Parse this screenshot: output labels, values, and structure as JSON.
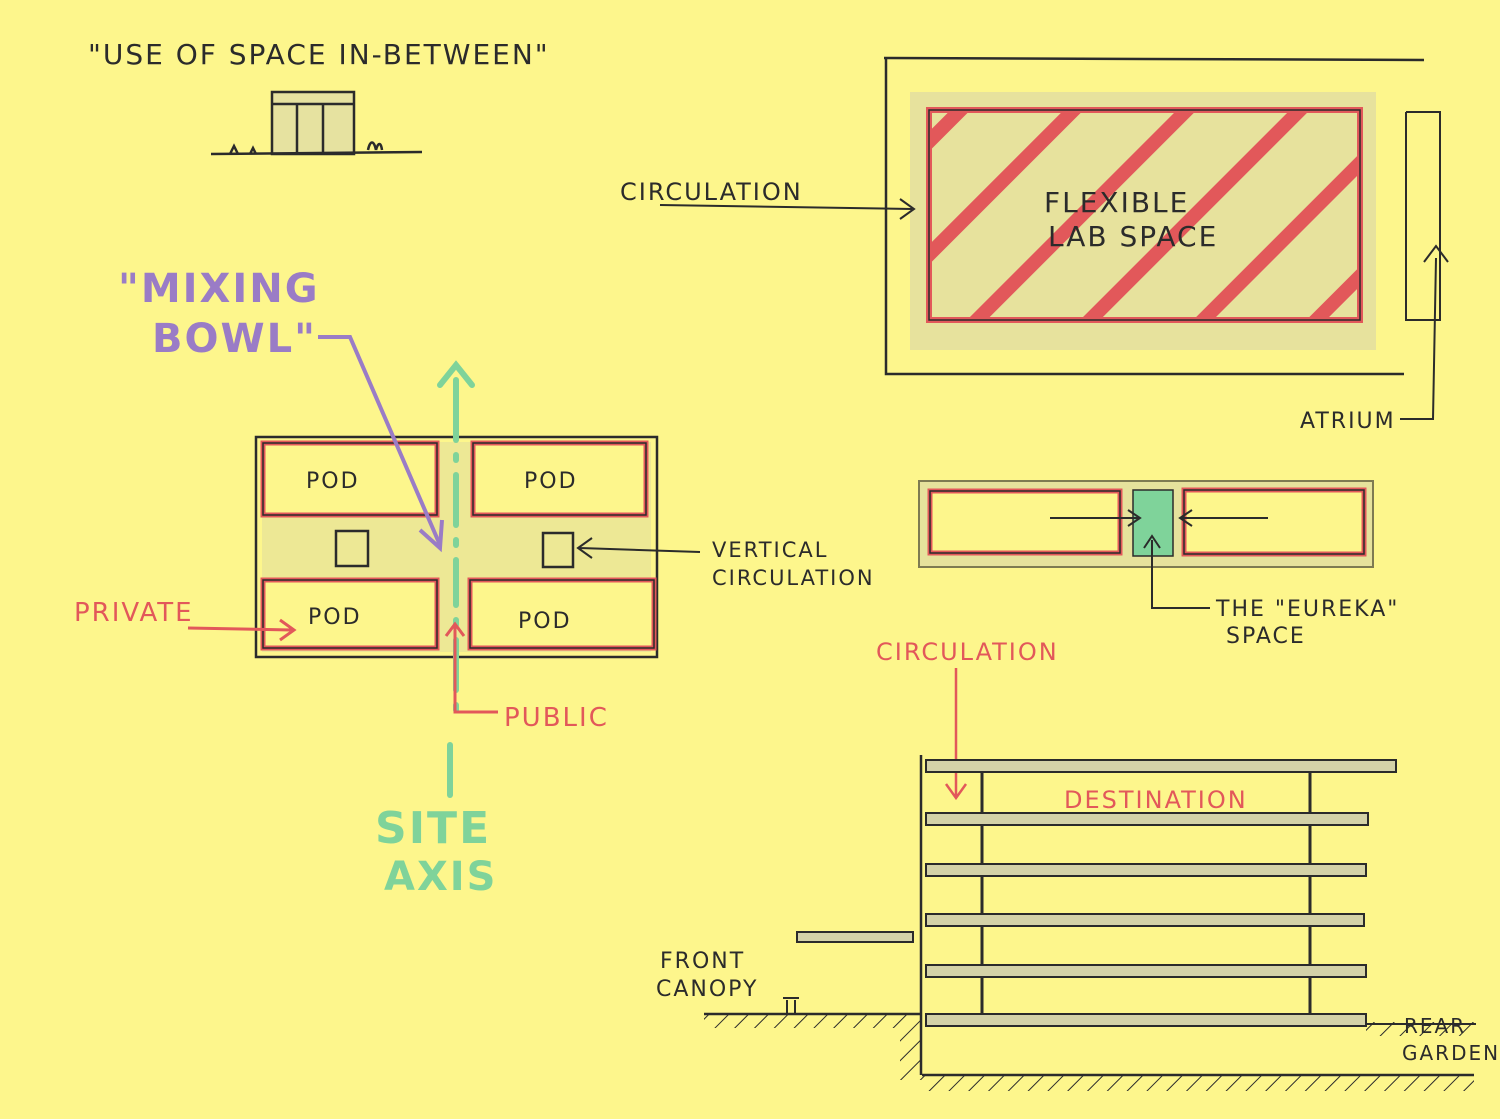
{
  "title": "\"USE OF SPACE IN-BETWEEN\"",
  "plan": {
    "mixing_bowl_line1": "\"MIXING",
    "mixing_bowl_line2": "BOWL\"",
    "pod_labels": [
      "POD",
      "POD",
      "POD",
      "POD"
    ],
    "vertical_circulation_line1": "VERTICAL",
    "vertical_circulation_line2": "CIRCULATION",
    "private_label": "PRIVATE",
    "public_label": "PUBLIC",
    "site_axis_line1": "SITE",
    "site_axis_line2": "AXIS"
  },
  "lab": {
    "circulation_label": "CIRCULATION",
    "flexible_line1": "FLEXIBLE",
    "flexible_line2": "LAB SPACE",
    "atrium_label": "ATRIUM"
  },
  "eureka": {
    "label_line1": "THE \"EUREKA\"",
    "label_line2": "SPACE"
  },
  "section": {
    "circulation_label": "CIRCULATION",
    "destination_label": "DESTINATION",
    "front_canopy_line1": "FRONT",
    "front_canopy_line2": "CANOPY",
    "rear_garden_line1": "REAR",
    "rear_garden_line2": "GARDEN"
  },
  "colors": {
    "paper": "#fdf68c",
    "ink": "#2b2b2b",
    "red": "#e2585a",
    "purple": "#9a7cc6",
    "green": "#7fd39a",
    "gray_marker": "#cfcda8"
  }
}
